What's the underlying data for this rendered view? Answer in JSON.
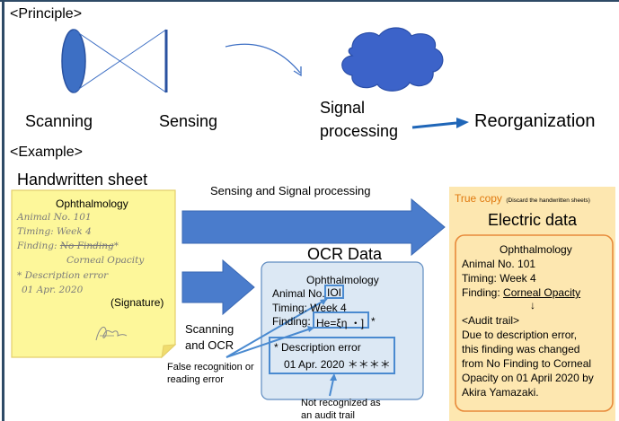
{
  "principle": {
    "heading": "<Principle>",
    "scanning": "Scanning",
    "sensing": "Sensing",
    "signal_processing": [
      "Signal",
      "processing"
    ],
    "reorganization": "Reorganization"
  },
  "example": {
    "heading": "<Example>",
    "handwritten_title": "Handwritten sheet",
    "sheet": {
      "title": "Ophthalmology",
      "animal": "Animal No. 101",
      "timing": "Timing: Week 4",
      "finding_prefix": "Finding: ",
      "finding_struck": "No Finding",
      "finding_star": "*",
      "finding_new": "Corneal Opacity",
      "desc_error": "* Description error",
      "date": "01 Apr. 2020",
      "signature_label": "(Signature)"
    },
    "arrow_top_label": "Sensing and Signal processing",
    "arrow_mid_label": [
      "Scanning",
      "and OCR"
    ],
    "ocr": {
      "title": "OCR Data",
      "header": "Ophthalmology",
      "animal_prefix": "Animal No.",
      "animal_value": "IOI",
      "timing": "Timing: Week 4",
      "finding_prefix": "Finding:",
      "finding_value": "He=ξη ・]",
      "finding_star": "*",
      "desc_error": "* Description error",
      "date_line": "01 Apr. 2020 ＊＊＊＊"
    },
    "annotation_false": [
      "False recognition or",
      "reading error"
    ],
    "annotation_not": [
      "Not recognized as",
      "an audit trail"
    ],
    "true_copy": {
      "title": "True copy",
      "note": "(Discard the handwritten sheets)",
      "subtitle": "Electric data",
      "header": "Ophthalmology",
      "animal": "Animal No. 101",
      "timing": "Timing: Week 4",
      "finding_prefix": "Finding: ",
      "finding_value": "Corneal Opacity",
      "down_arrow": "↓",
      "audit": "<Audit trail>",
      "audit_lines": [
        "Due to description error,",
        "this finding was changed",
        "from No Finding to Corneal",
        "Opacity on 01 April 2020 by",
        "Akira Yamazaki."
      ]
    }
  },
  "colors": {
    "frame": "#2e4a66",
    "lens": "#3d6fc4",
    "cloud": "#3c63c9",
    "big_arrow": "#4a7ccc",
    "sheet_bg": "#fdf79a",
    "sheet_border": "#e4cf6a",
    "ocr_bg": "#dce8f4",
    "ocr_border": "#5e8bc0",
    "truecopy_bg": "#fde7b0",
    "electric_border": "#e88a3a",
    "title_orange": "#e07a10"
  }
}
